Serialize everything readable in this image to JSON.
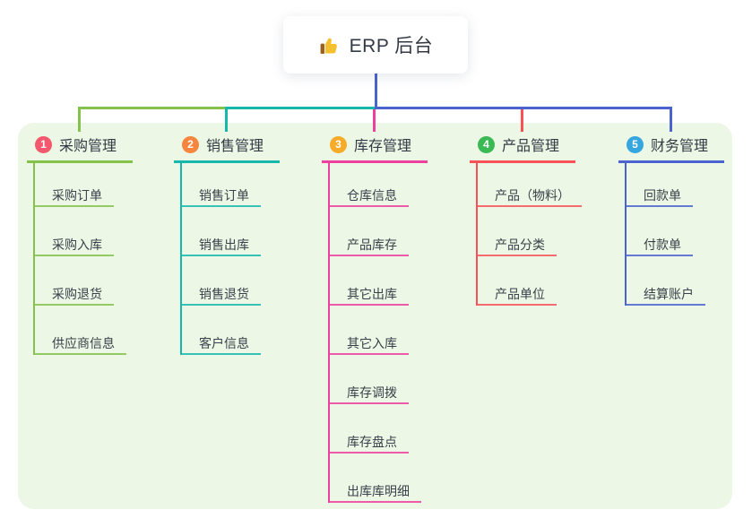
{
  "root": {
    "label": "ERP 后台",
    "icon": "thumbs-up-icon"
  },
  "colors": {
    "panel_bg": "#edf7e6",
    "root_connector": "#4a63ce",
    "text_dark": "#333a45"
  },
  "branches": [
    {
      "num": "1",
      "label": "采购管理",
      "badge_color": "#f4586e",
      "line_color": "#84c24b",
      "children": [
        "采购订单",
        "采购入库",
        "采购退货",
        "供应商信息"
      ]
    },
    {
      "num": "2",
      "label": "销售管理",
      "badge_color": "#f6863d",
      "line_color": "#16b8ac",
      "children": [
        "销售订单",
        "销售出库",
        "销售退货",
        "客户信息"
      ]
    },
    {
      "num": "3",
      "label": "库存管理",
      "badge_color": "#f6ab29",
      "line_color": "#ed3f9e",
      "children": [
        "仓库信息",
        "产品库存",
        "其它出库",
        "其它入库",
        "库存调拨",
        "库存盘点",
        "出库库明细"
      ]
    },
    {
      "num": "4",
      "label": "产品管理",
      "badge_color": "#3bb954",
      "line_color": "#f85158",
      "children": [
        "产品（物料）",
        "产品分类",
        "产品单位"
      ]
    },
    {
      "num": "5",
      "label": "财务管理",
      "badge_color": "#36a6e0",
      "line_color": "#4a63ce",
      "children": [
        "回款单",
        "付款单",
        "结算账户"
      ]
    }
  ]
}
